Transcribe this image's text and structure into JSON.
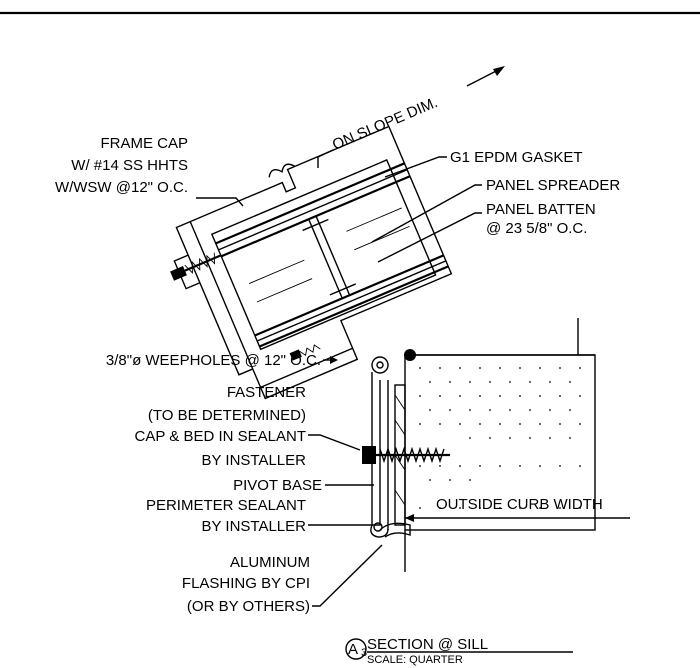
{
  "labels": {
    "frame_cap": [
      "FRAME CAP",
      "W/ #14 SS HHTS",
      "W/WSW @12\" O.C."
    ],
    "on_slope": "ON SLOPE DIM.",
    "gasket": "G1 EPDM GASKET",
    "spreader": "PANEL SPREADER",
    "batten": [
      "PANEL BATTEN",
      "@ 23 5/8\" O.C."
    ],
    "weepholes": "3/8\"ø WEEPHOLES @ 12\" O.C.",
    "fastener": [
      "FASTENER",
      "(TO BE DETERMINED)",
      "CAP & BED IN SEALANT",
      "BY INSTALLER"
    ],
    "pivot": "PIVOT BASE",
    "perimeter": [
      "PERIMETER SEALANT",
      "BY INSTALLER"
    ],
    "curb_width": "OUTSIDE CURB WIDTH",
    "flashing": [
      "ALUMINUM",
      "FLASHING BY CPI",
      "(OR BY OTHERS)"
    ]
  },
  "title_block": {
    "tag_letter": "A",
    "tag_number": "3",
    "title": "SECTION @ SILL",
    "scale": "SCALE: QUARTER"
  }
}
